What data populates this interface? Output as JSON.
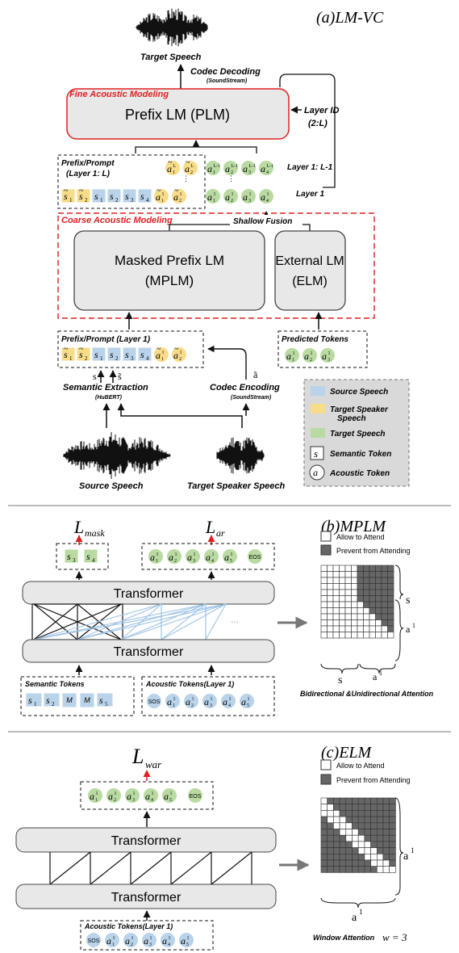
{
  "panel_a": {
    "title": "(a)LM-VC",
    "target_speech": "Target Speech",
    "codec_decoding": "Codec Decoding",
    "soundstream": "(SoundStream)",
    "fine_label": "Fine Acoustic Modeling",
    "plm": "Prefix LM (PLM)",
    "layer_id": "Layer ID",
    "layer_id_range": "(2:L)",
    "prompt_top_title": "Prefix/Prompt",
    "prompt_top_sub": "(Layer 1: L)",
    "layer_1_l1": "Layer 1: L-1",
    "layer_1": "Layer 1",
    "coarse_label": "Coarse Acoustic Modeling",
    "shallow_fusion": "Shallow Fusion",
    "mplm_line1": "Masked Prefix LM",
    "mplm_line2": "(MPLM)",
    "elm_line1": "External LM",
    "elm_line2": "(ELM)",
    "prompt_bottom_title": "Prefix/Prompt (Layer 1)",
    "predicted_tokens": "Predicted Tokens",
    "semantic_extraction": "Semantic Extraction",
    "hubert": "(HuBERT)",
    "codec_encoding": "Codec Encoding",
    "soundstream2": "(SoundStream)",
    "source_speech": "Source Speech",
    "target_speaker_speech": "Target Speaker Speech",
    "legend": {
      "source": "Source Speech",
      "target_speaker_1": "Target Speaker",
      "target_speaker_2": "Speech",
      "target": "Target Speech",
      "semantic": "Semantic Token",
      "acoustic": "Acoustic Token"
    }
  },
  "panel_b": {
    "title": "(b)MPLM",
    "transformer_top": "Transformer",
    "transformer_bottom": "Transformer",
    "semantic_tokens": "Semantic Tokens",
    "acoustic_tokens": "Acoustic Tokens(Layer 1)",
    "allow": "Allow to Attend",
    "prevent": "Prevent from Attending",
    "caption": "Bidirectional &Unidirectional Attention",
    "ellipsis": "..."
  },
  "panel_c": {
    "title": "(c)ELM",
    "transformer_top": "Transformer",
    "transformer_bottom": "Transformer",
    "acoustic_tokens": "Acoustic Tokens(Layer 1)",
    "allow": "Allow to Attend",
    "prevent": "Prevent from Attending",
    "caption": "Window Attention",
    "caption_eq": "w = 3"
  },
  "colors": {
    "source_blue": "#b9d3ea",
    "target_speaker_yellow": "#f7dc8a",
    "target_green": "#b9dba2",
    "red": "#e02020",
    "box_fill": "#e8e8e8",
    "legend_bg": "#d9d9d9",
    "grid_dark": "#666666",
    "connection_blue": "#9dc3e6"
  }
}
